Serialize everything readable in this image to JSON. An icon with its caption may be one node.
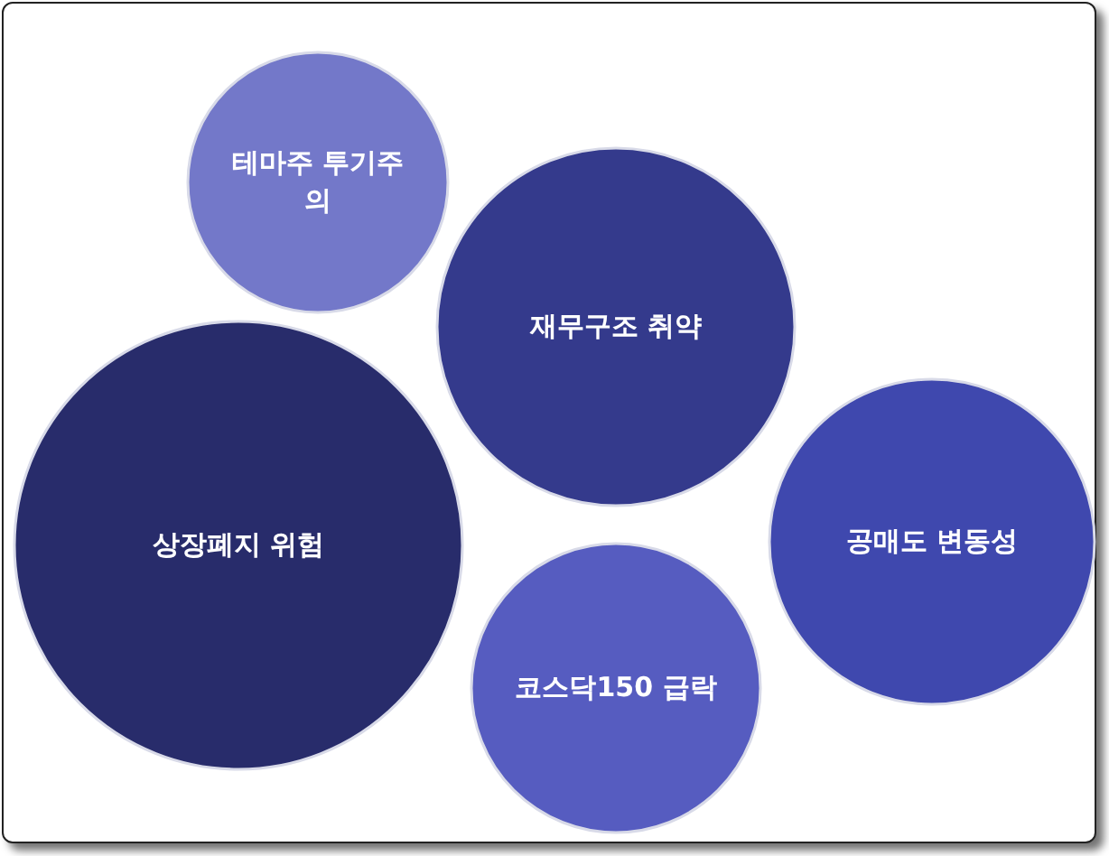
{
  "diagram": {
    "nodes": [
      {
        "text": [
          "테마주 투기주의"
        ]
      },
      {
        "text": [
          "재무구조 취약"
        ]
      },
      {
        "text": [
          "상장폐지 위험"
        ]
      },
      {
        "text": [
          "공매도 변동성"
        ]
      },
      {
        "text": [
          "코스닥150 급락"
        ]
      }
    ]
  }
}
